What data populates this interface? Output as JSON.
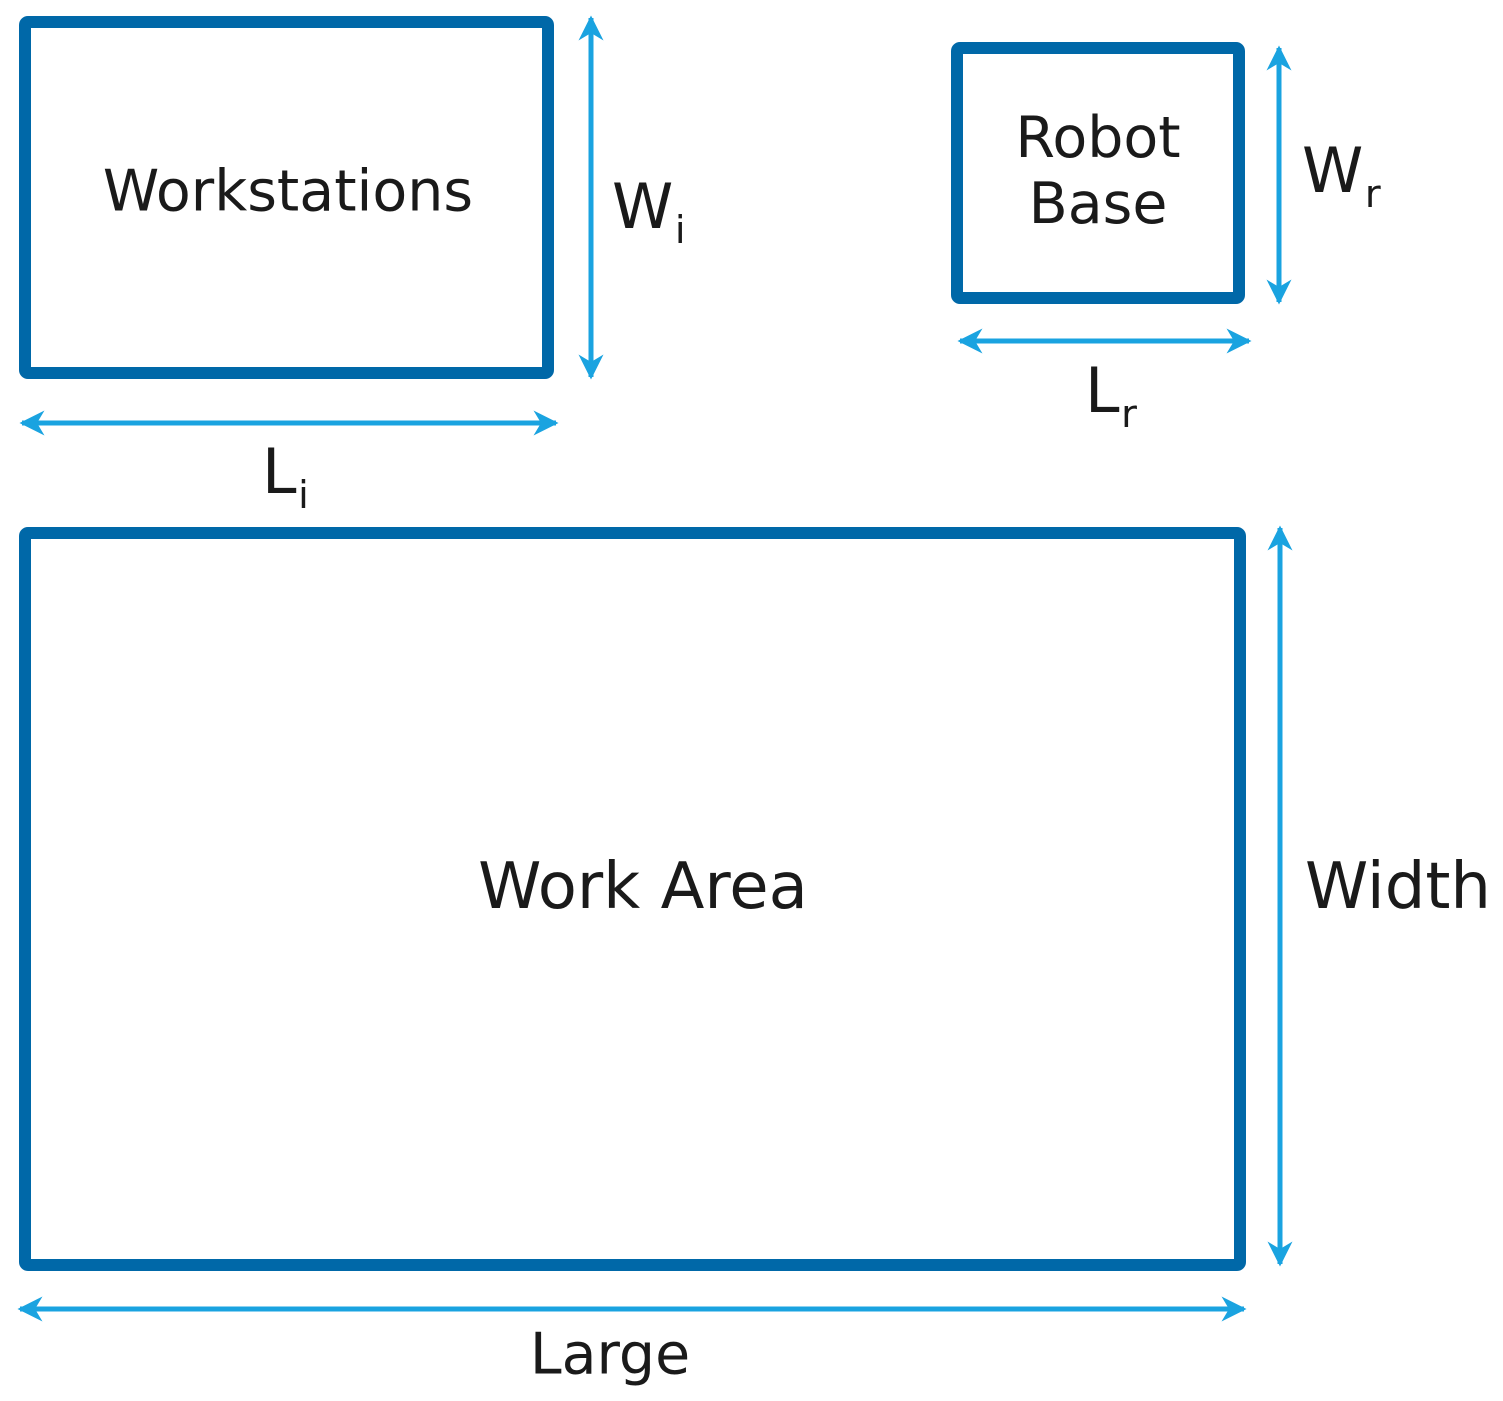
{
  "colors": {
    "box_border": "#0068a8",
    "dimension_arrow": "#1aa3e0",
    "text": "#1a1a1a"
  },
  "workstations": {
    "label": "Workstations",
    "length_main": "L",
    "length_sub": "i",
    "width_main": "W",
    "width_sub": "i"
  },
  "robot_base": {
    "label_line1": "Robot",
    "label_line2": "Base",
    "length_main": "L",
    "length_sub": "r",
    "width_main": "W",
    "width_sub": "r"
  },
  "work_area": {
    "label": "Work Area",
    "length_label": "Large",
    "width_label": "Width"
  }
}
